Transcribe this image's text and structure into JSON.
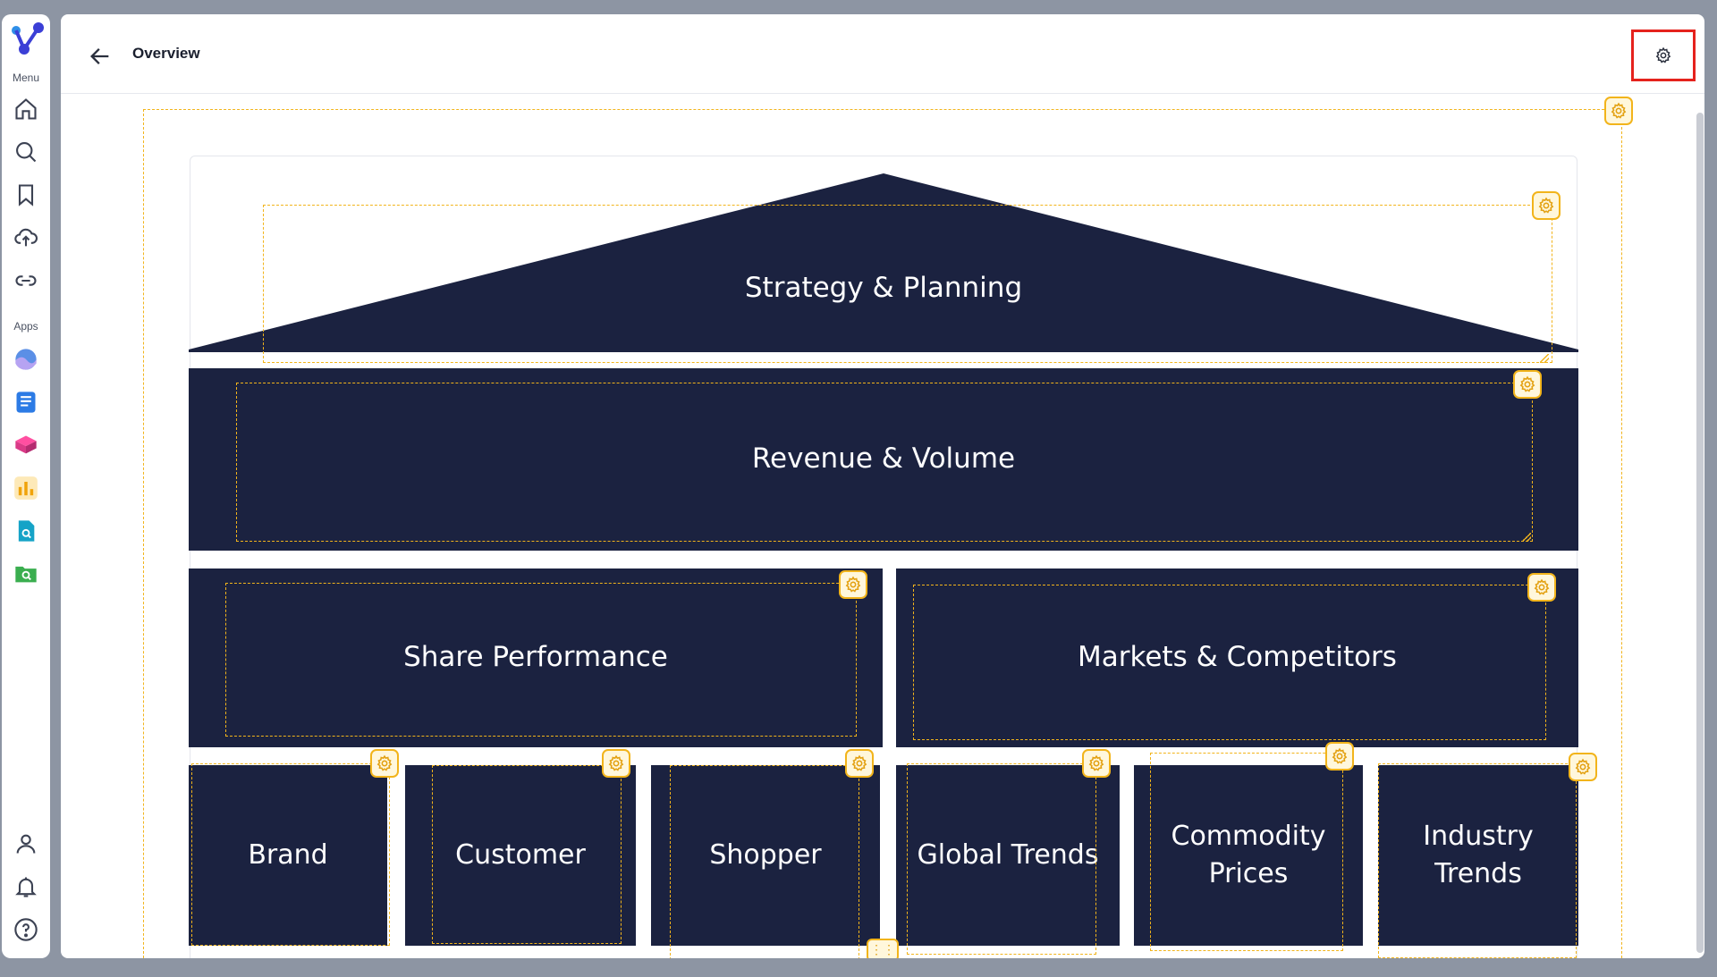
{
  "rail": {
    "menu_label": "Menu",
    "apps_label": "Apps",
    "menu_icons": [
      "home-icon",
      "search-icon",
      "bookmark-icon",
      "upload-cloud-icon",
      "link-icon"
    ],
    "app_icons": [
      "wave-app-icon",
      "document-app-icon",
      "cube-app-icon",
      "chart-app-icon",
      "search-doc-app-icon",
      "folder-search-app-icon"
    ],
    "bottom_icons": [
      "user-icon",
      "bell-icon",
      "help-icon"
    ]
  },
  "header": {
    "title": "Overview",
    "back_icon": "arrow-left-icon",
    "settings_icon": "gear-icon"
  },
  "house": {
    "roof_label": "Strategy & Planning",
    "tier2_label": "Revenue & Volume",
    "tier3": [
      {
        "label": "Share Performance"
      },
      {
        "label": "Markets & Competitors"
      }
    ],
    "pillars": [
      {
        "label": "Brand"
      },
      {
        "label": "Customer"
      },
      {
        "label": "Shopper"
      },
      {
        "label": "Global Trends"
      },
      {
        "label": "Commodity Prices"
      },
      {
        "label": "Industry Trends"
      }
    ]
  },
  "colors": {
    "block": "#1b2240",
    "accent_dash": "#f2b41b",
    "highlight": "#e5221d"
  }
}
